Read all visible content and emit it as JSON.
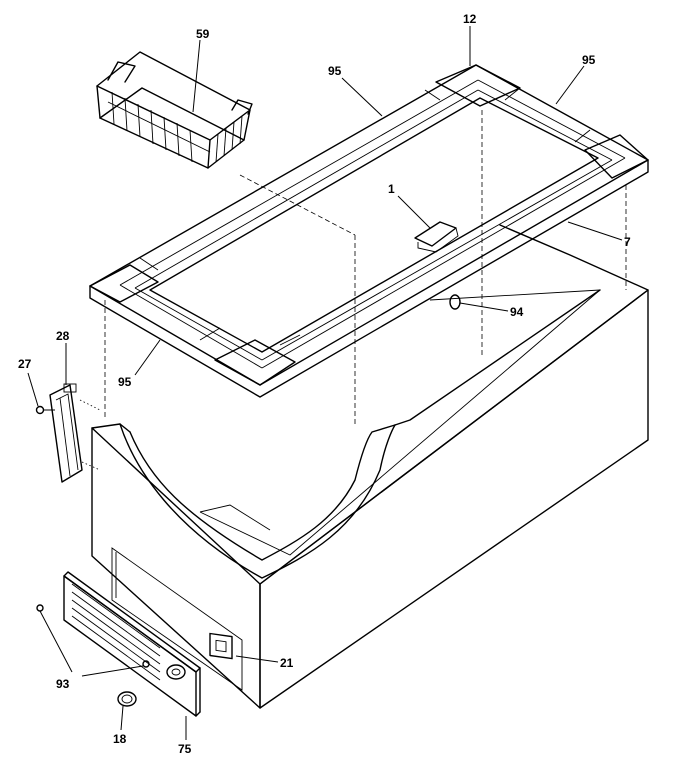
{
  "labels": {
    "basket": "59",
    "frame_corner_top": "12",
    "gasket_left_top": "95",
    "gasket_right_top": "95",
    "gasket_bottom_left": "95",
    "handle": "1",
    "liner_strip": "7",
    "plug": "94",
    "hinge": "28",
    "hinge_screw": "27",
    "control": "21",
    "grille_screws": "93",
    "knob": "18",
    "grille": "75"
  }
}
